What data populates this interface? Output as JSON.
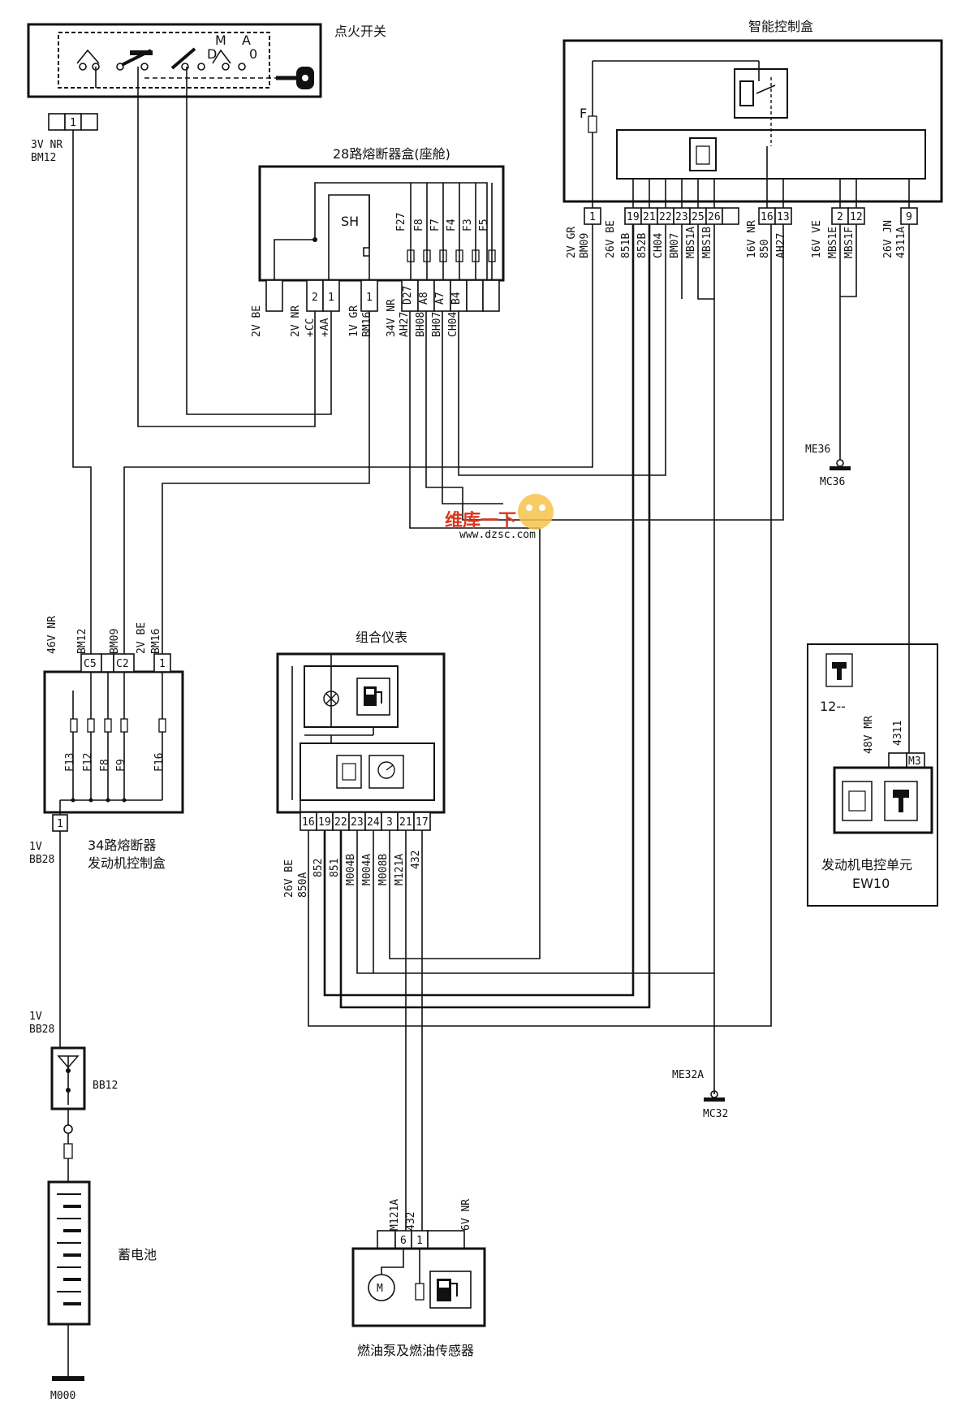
{
  "components": {
    "ignition_switch": {
      "title": "点火开关",
      "positions": [
        "M",
        "A",
        "D",
        "0"
      ],
      "connector_pin": "1",
      "wire": "3V NR",
      "connector": "BM12"
    },
    "smart_box": {
      "title": "智能控制盒",
      "fuse": "F",
      "pins": [
        "1",
        "19",
        "21",
        "22",
        "23",
        "25",
        "26",
        "16",
        "13",
        "2",
        "12",
        "9"
      ]
    },
    "fuse_box_28": {
      "title": "28路熔断器盒(座舱)",
      "shunt": "SH",
      "fuses": [
        "F27",
        "F8",
        "F7",
        "F4",
        "F3",
        "F5"
      ],
      "pins": [
        "2",
        "1",
        "1"
      ]
    },
    "fuse_box_34": {
      "title_line1": "34路熔断器",
      "title_line2": "发动机控制盒",
      "pins": [
        "C5",
        "C2",
        "1"
      ],
      "fuses": [
        "F13",
        "F12",
        "F8",
        "F9",
        "F16"
      ],
      "bottom_pin": "1",
      "wires": [
        "46V NR",
        "BM12",
        "BM09",
        "2V BE",
        "BM16"
      ]
    },
    "instrument_cluster": {
      "title": "组合仪表",
      "pins": [
        "16",
        "19",
        "22",
        "23",
        "24",
        "3",
        "21",
        "17"
      ]
    },
    "ecu": {
      "title_line1": "发动机电控单元",
      "title_line2": "EW10",
      "note": "12--",
      "pin": "M3",
      "wire_a": "48V MR",
      "wire_b": "4311"
    },
    "fuel_pump": {
      "title": "燃油泵及燃油传感器",
      "pins": [
        "6",
        "1"
      ],
      "wires": [
        "M121A",
        "432",
        "6V NR"
      ]
    },
    "battery": {
      "title": "蓄电池",
      "ground": "M000"
    },
    "bb12": {
      "label": "BB12"
    }
  },
  "wire_labels": {
    "fb34_bottom": [
      "1V",
      "BB28"
    ],
    "bb12_top": [
      "1V",
      "BB28"
    ],
    "fb28_left": [
      "2V BE",
      "2V NR",
      "+CC",
      "+AA",
      "1V GR",
      "BM16",
      "34V NR",
      "AH27",
      "D27",
      "BH08",
      "A8",
      "BH07",
      "A7",
      "CH04",
      "B4"
    ],
    "smart_box": [
      "2V GR",
      "BM09",
      "26V BE",
      "851B",
      "852B",
      "CH04",
      "BM07",
      "MBS1A",
      "MBS1B",
      "16V NR",
      "850",
      "AH27",
      "16V VE",
      "MBS1E",
      "MBS1F",
      "26V JN",
      "4311A"
    ],
    "cluster": [
      "26V BE",
      "850A",
      "852",
      "851",
      "M004B",
      "M004A",
      "M008B",
      "M121A",
      "432"
    ]
  },
  "grounds": {
    "me36": "ME36",
    "mc36": "MC36",
    "me32a": "ME32A",
    "mc32": "MC32"
  },
  "watermark": {
    "line1": "维库一下",
    "line2": "www.dzsc.com"
  }
}
